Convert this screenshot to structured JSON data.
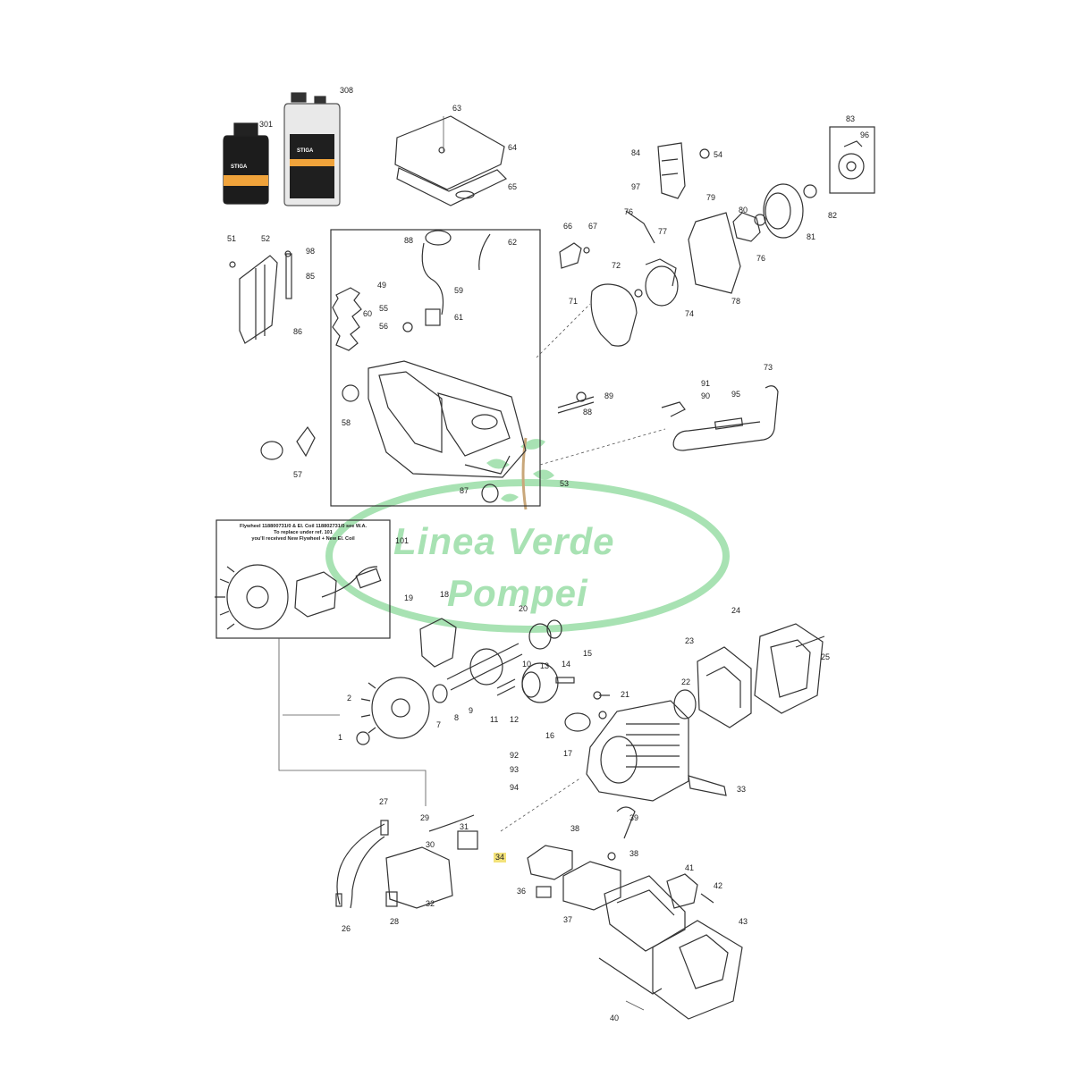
{
  "diagram": {
    "note_lines": [
      "Flywheel 118800731/0 & El. Coil 118802731/0 see W.A.",
      "To replace under ref. 101",
      "you'll received New Flywheel + New El. Coil"
    ],
    "watermark": {
      "line1": "Linea Verde",
      "line2": "Pompei"
    },
    "bottle_brand": "STIGA",
    "colors": {
      "watermark": "#a8e2b3",
      "highlight": "#f3e27a",
      "bottle_label": "#f0a33b",
      "line": "#333333"
    },
    "labels": [
      {
        "id": "l308",
        "text": "308"
      },
      {
        "id": "l301",
        "text": "301"
      },
      {
        "id": "l63a",
        "text": "63"
      },
      {
        "id": "l64a",
        "text": "64"
      },
      {
        "id": "l65a",
        "text": "65"
      },
      {
        "id": "l83",
        "text": "83"
      },
      {
        "id": "l96a",
        "text": "96"
      },
      {
        "id": "l84",
        "text": "84"
      },
      {
        "id": "l54",
        "text": "54"
      },
      {
        "id": "l97",
        "text": "97"
      },
      {
        "id": "l79",
        "text": "79"
      },
      {
        "id": "l80",
        "text": "80"
      },
      {
        "id": "l82",
        "text": "82"
      },
      {
        "id": "l81",
        "text": "81"
      },
      {
        "id": "l76a",
        "text": "76"
      },
      {
        "id": "l77",
        "text": "77"
      },
      {
        "id": "l76b",
        "text": "76"
      },
      {
        "id": "l78",
        "text": "78"
      },
      {
        "id": "l72",
        "text": "72"
      },
      {
        "id": "l74",
        "text": "74"
      },
      {
        "id": "l71",
        "text": "71"
      },
      {
        "id": "l66",
        "text": "66"
      },
      {
        "id": "l67",
        "text": "67"
      },
      {
        "id": "l51",
        "text": "51"
      },
      {
        "id": "l52",
        "text": "52"
      },
      {
        "id": "l98",
        "text": "98"
      },
      {
        "id": "l85",
        "text": "85"
      },
      {
        "id": "l86",
        "text": "86"
      },
      {
        "id": "l88a",
        "text": "88"
      },
      {
        "id": "l62",
        "text": "62"
      },
      {
        "id": "l49",
        "text": "49"
      },
      {
        "id": "l59",
        "text": "59"
      },
      {
        "id": "l60",
        "text": "60"
      },
      {
        "id": "l55",
        "text": "55"
      },
      {
        "id": "l56",
        "text": "56"
      },
      {
        "id": "l61",
        "text": "61"
      },
      {
        "id": "l58",
        "text": "58"
      },
      {
        "id": "l57",
        "text": "57"
      },
      {
        "id": "l87",
        "text": "87"
      },
      {
        "id": "l53",
        "text": "53"
      },
      {
        "id": "l73",
        "text": "73"
      },
      {
        "id": "l91",
        "text": "91"
      },
      {
        "id": "l90",
        "text": "90"
      },
      {
        "id": "l95",
        "text": "95"
      },
      {
        "id": "l89",
        "text": "89"
      },
      {
        "id": "l88b",
        "text": "88"
      },
      {
        "id": "l101",
        "text": "101"
      },
      {
        "id": "l19",
        "text": "19"
      },
      {
        "id": "l18",
        "text": "18"
      },
      {
        "id": "l20",
        "text": "20"
      },
      {
        "id": "l10",
        "text": "10"
      },
      {
        "id": "l15",
        "text": "15"
      },
      {
        "id": "l14",
        "text": "14"
      },
      {
        "id": "l13",
        "text": "13"
      },
      {
        "id": "l9",
        "text": "9"
      },
      {
        "id": "l2",
        "text": "2"
      },
      {
        "id": "l1",
        "text": "1"
      },
      {
        "id": "l7",
        "text": "7"
      },
      {
        "id": "l8",
        "text": "8"
      },
      {
        "id": "l11",
        "text": "11"
      },
      {
        "id": "l12",
        "text": "12"
      },
      {
        "id": "l16",
        "text": "16"
      },
      {
        "id": "l21",
        "text": "21"
      },
      {
        "id": "l22",
        "text": "22"
      },
      {
        "id": "l23",
        "text": "23"
      },
      {
        "id": "l24",
        "text": "24"
      },
      {
        "id": "l25",
        "text": "25"
      },
      {
        "id": "l17",
        "text": "17"
      },
      {
        "id": "l33",
        "text": "33"
      },
      {
        "id": "l92",
        "text": "92"
      },
      {
        "id": "l93",
        "text": "93"
      },
      {
        "id": "l94",
        "text": "94"
      },
      {
        "id": "l27",
        "text": "27"
      },
      {
        "id": "l29",
        "text": "29"
      },
      {
        "id": "l30",
        "text": "30"
      },
      {
        "id": "l31",
        "text": "31"
      },
      {
        "id": "l34",
        "text": "34"
      },
      {
        "id": "l38a",
        "text": "38"
      },
      {
        "id": "l39",
        "text": "39"
      },
      {
        "id": "l38b",
        "text": "38"
      },
      {
        "id": "l26",
        "text": "26"
      },
      {
        "id": "l28",
        "text": "28"
      },
      {
        "id": "l32",
        "text": "32"
      },
      {
        "id": "l36",
        "text": "36"
      },
      {
        "id": "l37",
        "text": "37"
      },
      {
        "id": "l41",
        "text": "41"
      },
      {
        "id": "l42",
        "text": "42"
      },
      {
        "id": "l43",
        "text": "43"
      },
      {
        "id": "l40",
        "text": "40"
      }
    ]
  }
}
